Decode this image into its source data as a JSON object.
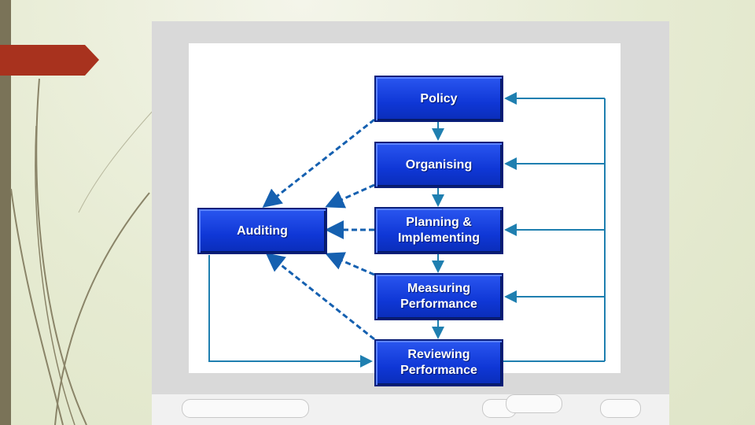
{
  "diagram": {
    "boxes": {
      "policy": "Policy",
      "organising": "Organising",
      "planning": "Planning &\nImplementing",
      "measuring": "Measuring\nPerformance",
      "reviewing": "Reviewing\nPerformance",
      "auditing": "Auditing"
    },
    "colors": {
      "box_fill": "#1a45e6",
      "box_border": "#0a1f7a",
      "connector": "#1f7fb0",
      "dashed_connector": "#1560b0"
    }
  },
  "slide": {
    "accent": "#a8321e",
    "strip": "#7a7358"
  }
}
